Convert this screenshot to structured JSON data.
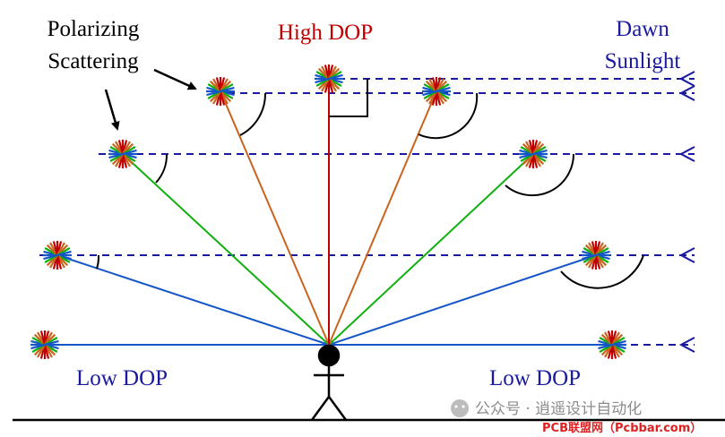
{
  "labels": {
    "polarizing": "Polarizing",
    "scattering": "Scattering",
    "high_dop": "High DOP",
    "dawn": "Dawn",
    "sunlight": "Sunlight",
    "low_dop_left": "Low DOP",
    "low_dop_right": "Low DOP"
  },
  "watermark": {
    "text": "公众号 · 逍遥设计自动化",
    "badge": "PCB联盟网（Pcbbar.com）"
  },
  "colors": {
    "sunlight_dashed": "#1a1aa0",
    "high_dop_text": "#c00000",
    "dawn_text": "#1a1aa0",
    "low_dop_text": "#1a1aa0",
    "ray_red": "#c00000",
    "ray_orange": "#c8641e",
    "ray_green": "#10b010",
    "ray_blue": "#1455c8",
    "ground": "#000000",
    "watermark_badge": "#e02020"
  },
  "icons": {
    "observer": "stick-figure-icon",
    "scatter": "starburst-icon",
    "arrow": "pointer-arrow-icon",
    "sun_ray_head": "chevron-left-icon"
  }
}
